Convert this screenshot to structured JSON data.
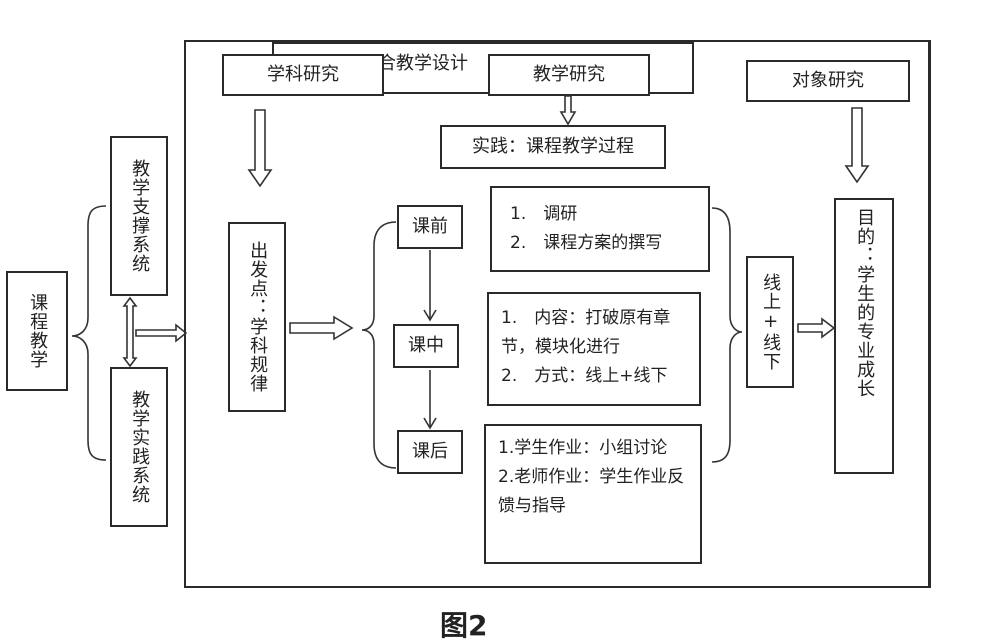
{
  "left": {
    "course": "课程教学",
    "support": "教学支撑系统",
    "practice": "教学实践系统"
  },
  "top": {
    "subject": "学科研究",
    "design": "混合教学设计",
    "teaching": "教学研究",
    "object": "对象研究",
    "practice": "实践：课程教学过程"
  },
  "start": "出发点：学科规律",
  "stages": {
    "before": "课前",
    "during": "课中",
    "after": "课后"
  },
  "details": {
    "before": [
      "1.　调研",
      "2.　课程方案的撰写"
    ],
    "during": [
      "1.　内容：打破原有章节，模块化进行",
      "2.　方式：线上+线下"
    ],
    "after": [
      "1.学生作业：小组讨论",
      "2.老师作业：学生作业反馈与指导"
    ]
  },
  "online": "线上+线下",
  "goal": "目的：学生的专业成长",
  "caption": "图2"
}
